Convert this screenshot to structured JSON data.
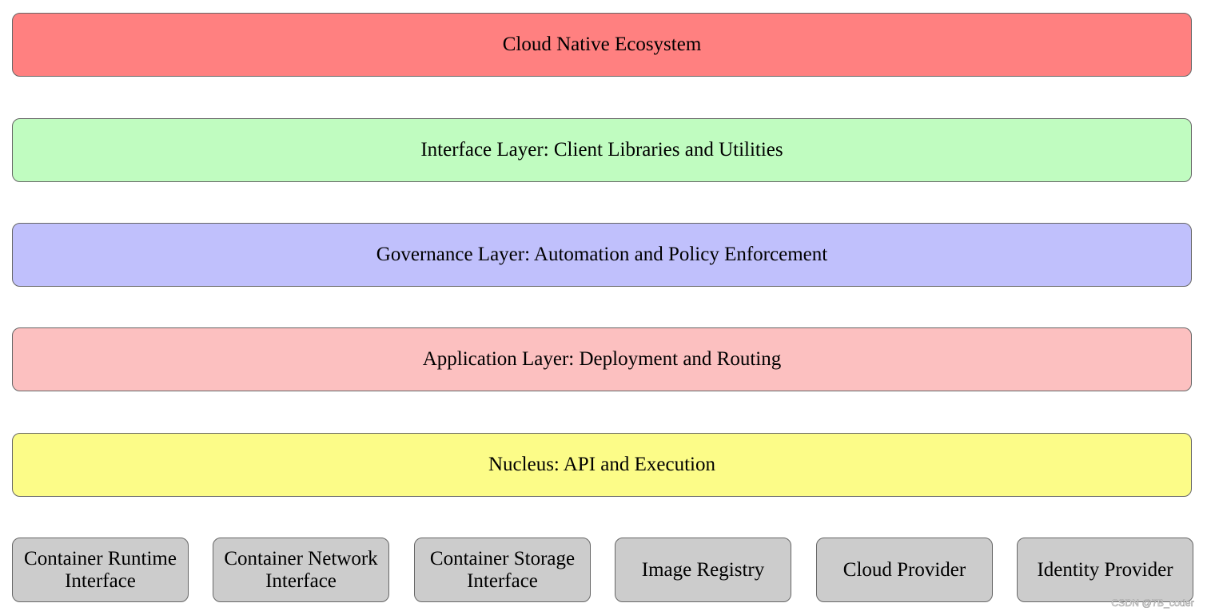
{
  "layers": [
    {
      "label": "Cloud Native Ecosystem",
      "color": "#ff8080"
    },
    {
      "label": "Interface Layer: Client Libraries and Utilities",
      "color": "#c0fcc0"
    },
    {
      "label": "Governance Layer: Automation and Policy Enforcement",
      "color": "#c0c0fc"
    },
    {
      "label": "Application Layer: Deployment and Routing",
      "color": "#fcc0c0"
    },
    {
      "label": "Nucleus: API and Execution",
      "color": "#fcfc88"
    }
  ],
  "components": {
    "color": "#cccccc",
    "items": [
      {
        "label": "Container Runtime Interface"
      },
      {
        "label": "Container Network Interface"
      },
      {
        "label": "Container Storage Interface"
      },
      {
        "label": "Image Registry"
      },
      {
        "label": "Cloud Provider"
      },
      {
        "label": "Identity Provider"
      }
    ]
  },
  "watermark": "CSDN @7B_coder"
}
